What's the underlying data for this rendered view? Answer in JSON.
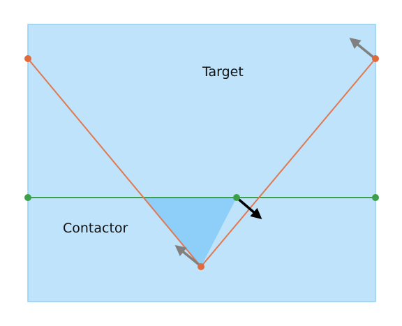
{
  "labels": {
    "target": "Target",
    "contactor": "Contactor"
  },
  "colors": {
    "block_fill": "#bfe3fa",
    "block_stroke": "#8fd0f5",
    "overlap_fill": "#8ecff9",
    "target_edge": "#e07850",
    "contactor_edge": "#3ca048",
    "vertex_target": "#e06a3c",
    "vertex_contactor": "#3ca048",
    "normal_arrow": "#000000",
    "velocity_arrow": "#808080"
  },
  "icons": {
    "target_vertex": "orange-dot",
    "contactor_vertex": "green-dot",
    "contact_normal": "black-arrow",
    "vertex_velocity": "gray-arrow"
  }
}
